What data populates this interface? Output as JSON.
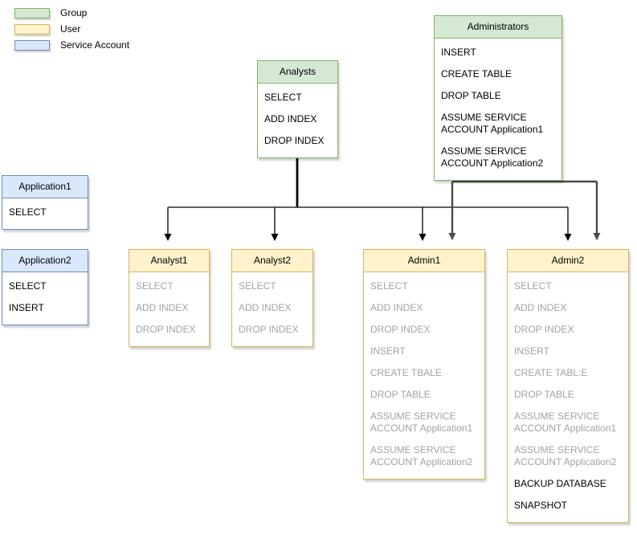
{
  "palette": {
    "group_fill": "#d5e8d4",
    "group_border": "#82b366",
    "user_fill": "#fff2cc",
    "user_border": "#d6b656",
    "service_account_fill": "#dae8fc",
    "service_account_border": "#6c8ebf",
    "own_permission_text": "#000000",
    "inherited_permission_text": "#a3a3a3",
    "group_edge_color": "#000000",
    "admin_edge_color": "#4a4a4a"
  },
  "legend": {
    "items": [
      {
        "label": "Group"
      },
      {
        "label": "User"
      },
      {
        "label": "Service Account"
      }
    ]
  },
  "nodes": {
    "analysts": {
      "title": "Analysts",
      "items": [
        "SELECT",
        "ADD INDEX",
        "DROP INDEX"
      ]
    },
    "administrators": {
      "title": "Administrators",
      "items": [
        "INSERT",
        "CREATE TABLE",
        "DROP TABLE",
        "ASSUME SERVICE ACCOUNT Application1",
        "ASSUME SERVICE ACCOUNT Application2"
      ]
    },
    "application1": {
      "title": "Application1",
      "items": [
        "SELECT"
      ]
    },
    "application2": {
      "title": "Application2",
      "items": [
        "SELECT",
        "INSERT"
      ]
    },
    "analyst1": {
      "title": "Analyst1",
      "inherited": [
        "SELECT",
        "ADD INDEX",
        "DROP INDEX"
      ]
    },
    "analyst2": {
      "title": "Analyst2",
      "inherited": [
        "SELECT",
        "ADD INDEX",
        "DROP INDEX"
      ]
    },
    "admin1": {
      "title": "Admin1",
      "inherited": [
        "SELECT",
        "ADD INDEX",
        "DROP INDEX",
        "INSERT",
        "CREATE TBALE",
        "DROP TABLE",
        "ASSUME SERVICE ACCOUNT Application1",
        "ASSUME SERVICE ACCOUNT Application2"
      ]
    },
    "admin2": {
      "title": "Admin2",
      "inherited": [
        "SELECT",
        "ADD INDEX",
        "DROP INDEX",
        "INSERT",
        "CREATE TABL:E",
        "DROP TABLE",
        "ASSUME SERVICE ACCOUNT Application1",
        "ASSUME SERVICE ACCOUNT Application2"
      ],
      "own": [
        "BACKUP DATABASE",
        "SNAPSHOT"
      ]
    }
  },
  "edges": [
    {
      "from": "Analysts",
      "to": "Analyst1"
    },
    {
      "from": "Analysts",
      "to": "Analyst2"
    },
    {
      "from": "Analysts",
      "to": "Admin1"
    },
    {
      "from": "Analysts",
      "to": "Admin2"
    },
    {
      "from": "Administrators",
      "to": "Admin1"
    },
    {
      "from": "Administrators",
      "to": "Admin2"
    }
  ]
}
